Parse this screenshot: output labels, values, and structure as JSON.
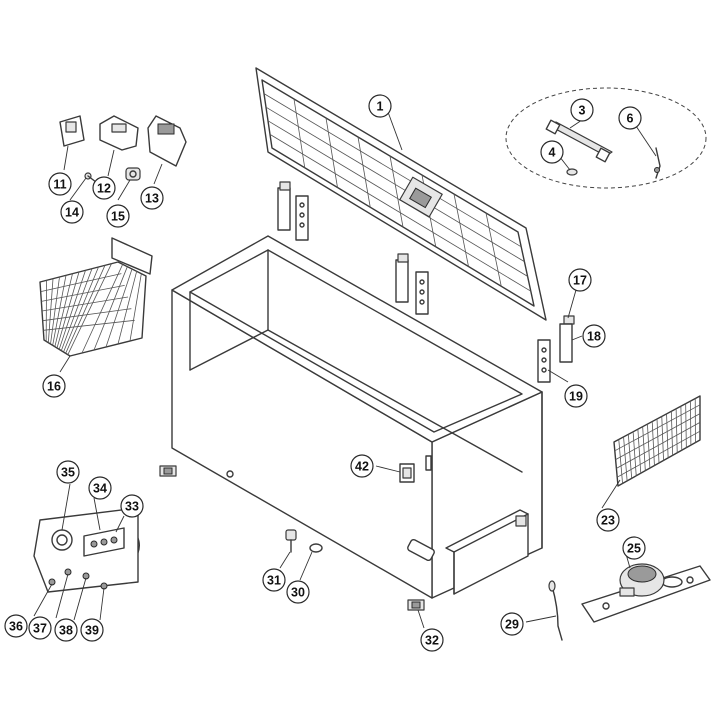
{
  "callouts": [
    {
      "id": "c1",
      "label": "1"
    },
    {
      "id": "c3",
      "label": "3"
    },
    {
      "id": "c4",
      "label": "4"
    },
    {
      "id": "c6",
      "label": "6"
    },
    {
      "id": "c11",
      "label": "11"
    },
    {
      "id": "c12",
      "label": "12"
    },
    {
      "id": "c13",
      "label": "13"
    },
    {
      "id": "c14",
      "label": "14"
    },
    {
      "id": "c15",
      "label": "15"
    },
    {
      "id": "c16",
      "label": "16"
    },
    {
      "id": "c17",
      "label": "17"
    },
    {
      "id": "c18",
      "label": "18"
    },
    {
      "id": "c19",
      "label": "19"
    },
    {
      "id": "c23",
      "label": "23"
    },
    {
      "id": "c25",
      "label": "25"
    },
    {
      "id": "c29",
      "label": "29"
    },
    {
      "id": "c30",
      "label": "30"
    },
    {
      "id": "c31",
      "label": "31"
    },
    {
      "id": "c32",
      "label": "32"
    },
    {
      "id": "c33",
      "label": "33"
    },
    {
      "id": "c34",
      "label": "34"
    },
    {
      "id": "c35",
      "label": "35"
    },
    {
      "id": "c36",
      "label": "36"
    },
    {
      "id": "c37",
      "label": "37"
    },
    {
      "id": "c38",
      "label": "38"
    },
    {
      "id": "c39",
      "label": "39"
    },
    {
      "id": "c42",
      "label": "42"
    }
  ]
}
